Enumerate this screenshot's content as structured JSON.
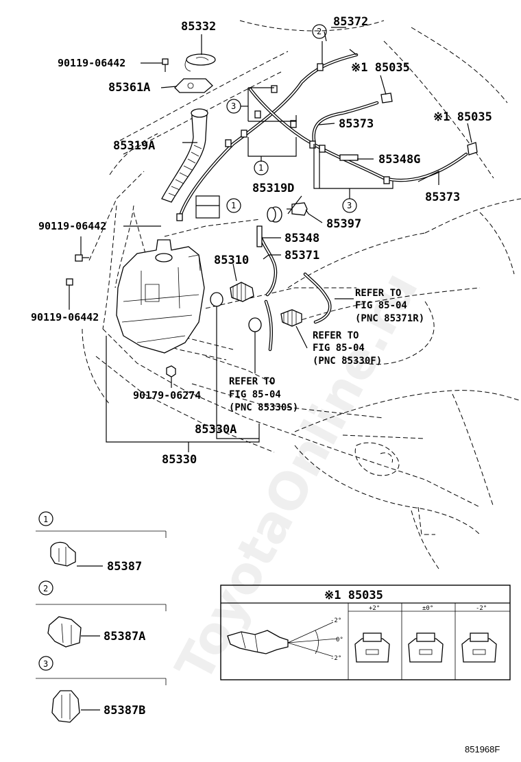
{
  "parts": {
    "p85332": "85332",
    "p85372": "85372",
    "p90119_06442_top": "90119-06442",
    "p85035_a": "※1 85035",
    "p85361A": "85361A",
    "p85035_b": "※1 85035",
    "p85373_a": "85373",
    "p85319A": "85319A",
    "p85348G": "85348G",
    "p85319D": "85319D",
    "p85373_b": "85373",
    "p85397": "85397",
    "p90119_06442_mid": "90119-06442",
    "p85348": "85348",
    "p85310": "85310",
    "p85371": "85371",
    "p90119_06442_low": "90119-06442",
    "p90179_06274": "90179-06274",
    "p85330A": "85330A",
    "p85330": "85330"
  },
  "refs": {
    "r1": [
      "REFER TO",
      "FIG 85-04",
      "(PNC 85371R)"
    ],
    "r2": [
      "REFER TO",
      "FIG 85-04",
      "(PNC 85330F)"
    ],
    "r3": [
      "REFER TO",
      "FIG 85-04",
      "(PNC 85330S)"
    ]
  },
  "callouts": {
    "c1": "1",
    "c2": "2",
    "c3": "3"
  },
  "legend": {
    "item1_num": "1",
    "item1_part": "85387",
    "item2_num": "2",
    "item2_part": "85387A",
    "item3_num": "3",
    "item3_part": "85387B"
  },
  "inset": {
    "title": "※1 85035",
    "col1": "+2°",
    "col2": "±0°",
    "col3": "-2°",
    "angle_top": "-2°",
    "angle_mid": "0°",
    "angle_bot": "-2°"
  },
  "watermark": "ToyotaOnline.ru",
  "figure_code": "851968F"
}
